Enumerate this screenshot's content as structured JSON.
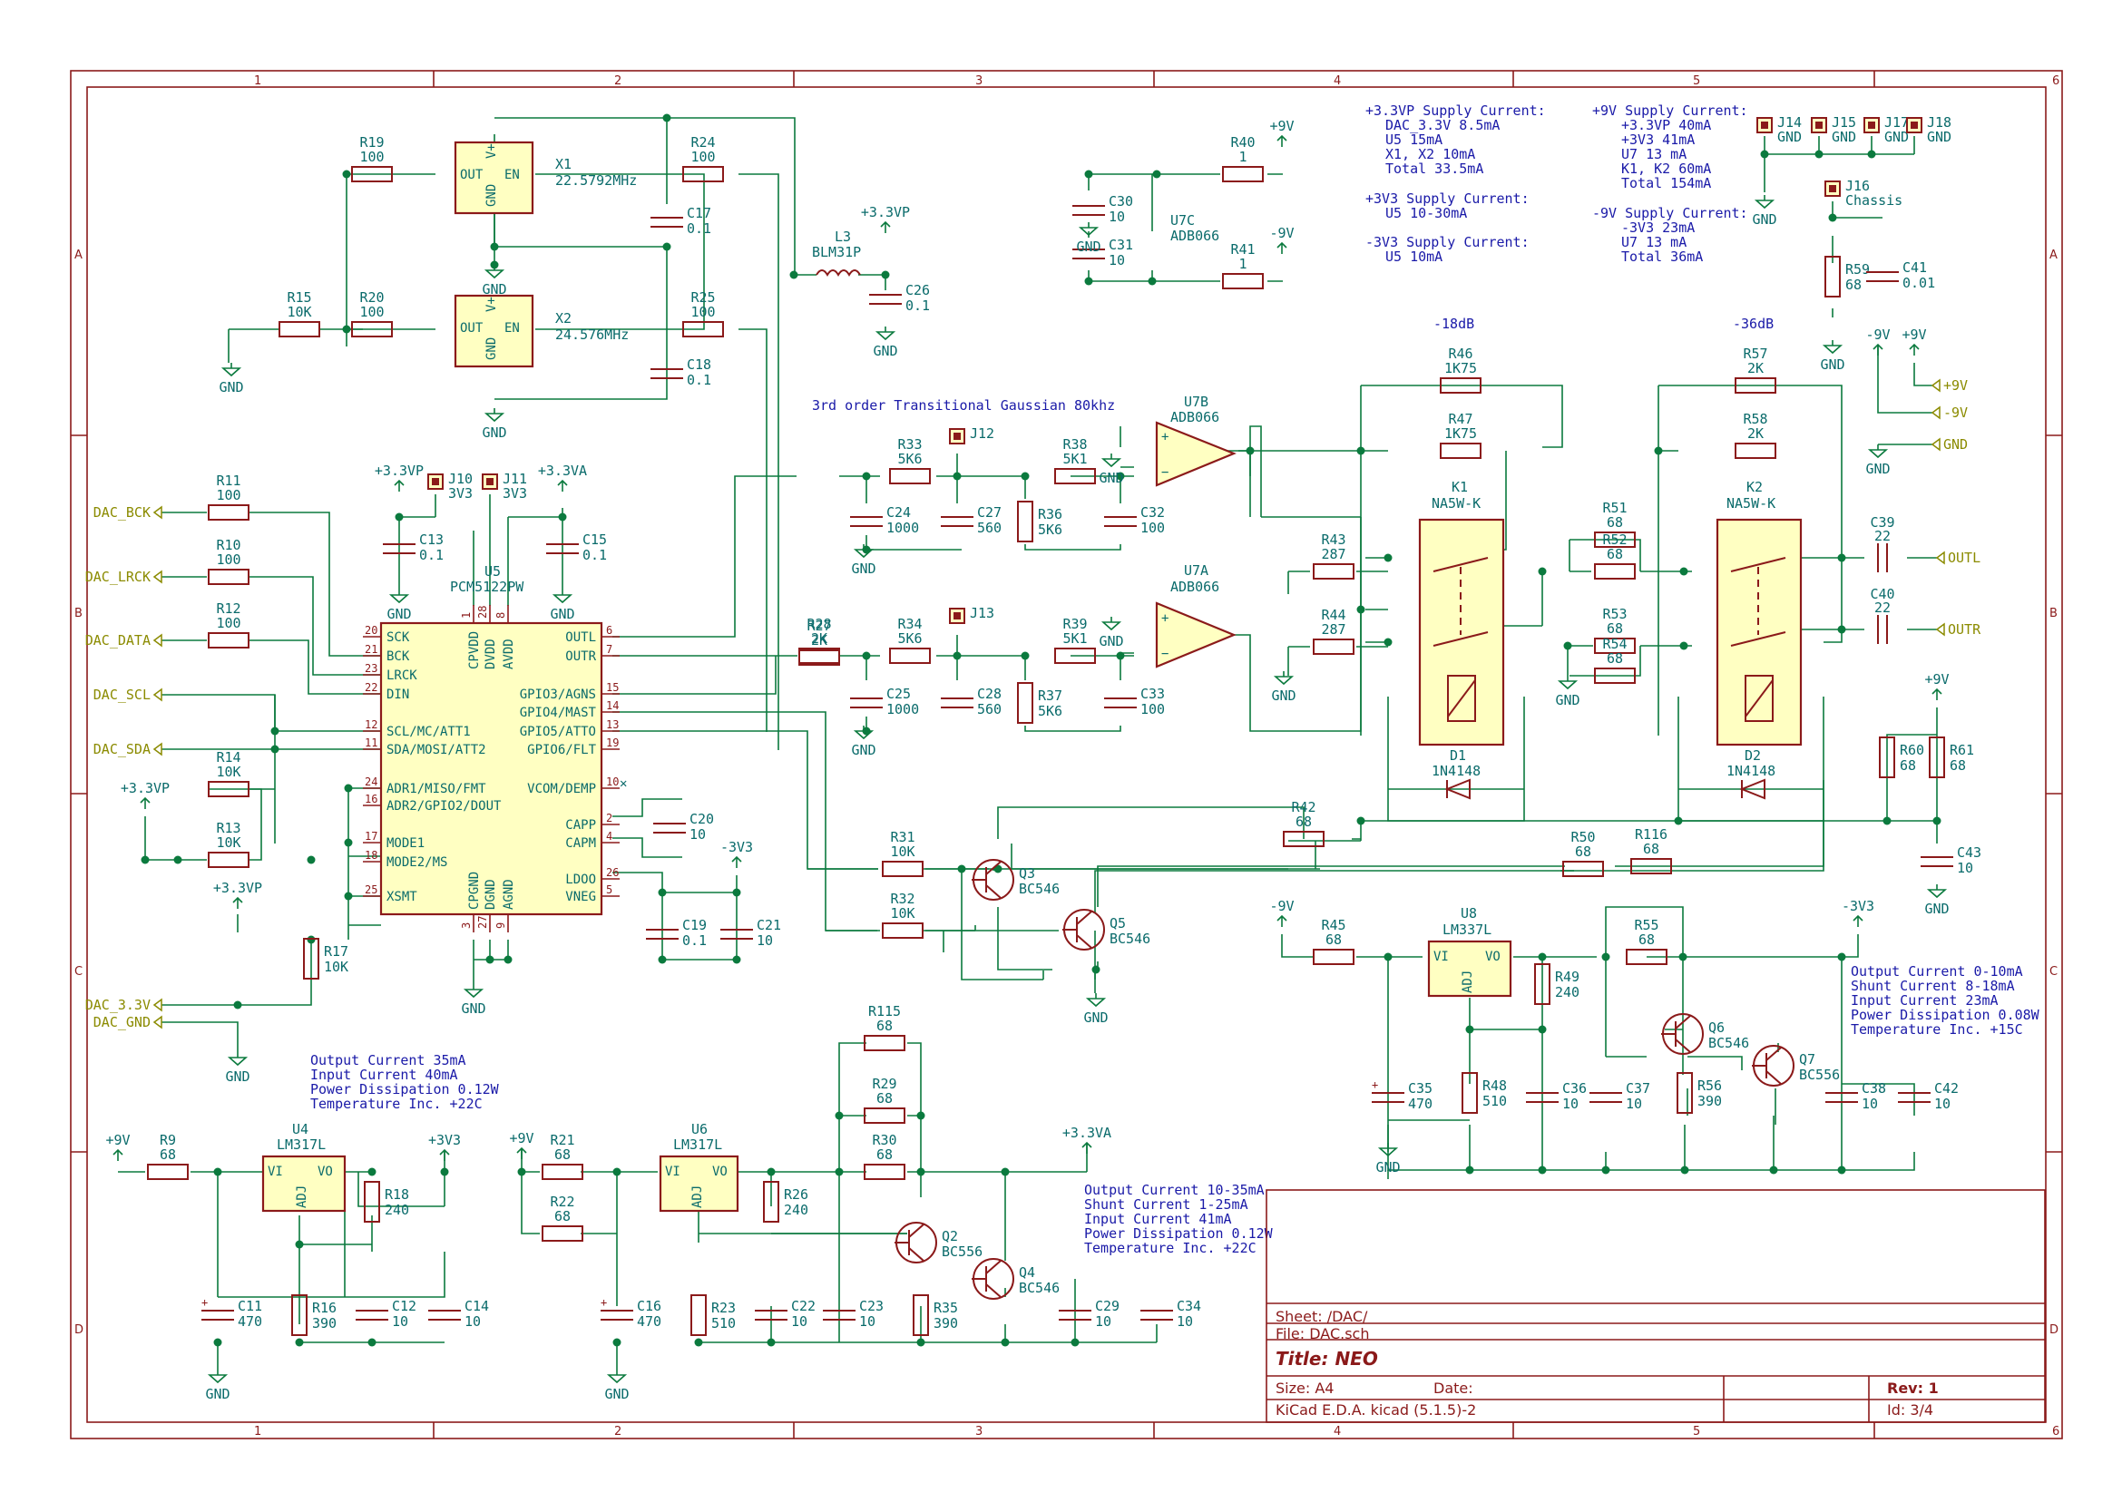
{
  "sheet": {
    "sheet": "Sheet: /DAC/",
    "file": "File: DAC.sch",
    "title": "Title: NEO",
    "size": "Size: A4",
    "date": "Date:",
    "rev": "Rev: 1",
    "tool": "KiCad E.D.A.  kicad (5.1.5)-2",
    "id": "Id: 3/4"
  },
  "grid_cols": [
    "1",
    "2",
    "3",
    "4",
    "5",
    "6"
  ],
  "grid_rows": [
    "A",
    "B",
    "C",
    "D"
  ],
  "notes": {
    "supply33vp": [
      "+3.3VP Supply Current:",
      "DAC_3.3V 8.5mA",
      "U5 15mA",
      "X1, X2 10mA",
      "Total 33.5mA"
    ],
    "supply3v3": [
      "+3V3 Supply Current:",
      "U5 10-30mA"
    ],
    "supplym3v3": [
      "-3V3 Supply Current:",
      "U5 10mA"
    ],
    "supply9v": [
      "+9V Supply Current:",
      "+3.3VP 40mA",
      "+3V3 41mA",
      "U7 13 mA",
      "K1, K2 60mA",
      "Total 154mA"
    ],
    "supplym9v": [
      "-9V Supply Current:",
      "-3V3 23mA",
      "U7 13 mA",
      "Total 36mA"
    ],
    "filter": "3rd order Transitional Gaussian 80khz",
    "att18": "-18dB",
    "att36": "-36dB",
    "u4note": [
      "Output Current 35mA",
      "Input Current 40mA",
      "Power Dissipation 0.12W",
      "Temperature Inc. +22C"
    ],
    "u6note": [
      "Output Current 10-35mA",
      "Shunt Current 1-25mA",
      "Input Current 41mA",
      "Power Dissipation 0.12W",
      "Temperature Inc. +22C"
    ],
    "u8note": [
      "Output Current 0-10mA",
      "Shunt Current 8-18mA",
      "Input Current 23mA",
      "Power Dissipation 0.08W",
      "Temperature Inc. +15C"
    ]
  },
  "labels": {
    "bck": "DAC_BCK",
    "lrck": "DAC_LRCK",
    "data": "DAC_DATA",
    "scl": "DAC_SCL",
    "sda": "DAC_SDA",
    "d33": "DAC_3.3V",
    "dgnd": "DAC_GND",
    "outl": "OUTL",
    "outr": "OUTR",
    "p9": "+9V",
    "m9": "-9V",
    "gnd": "GND"
  },
  "u5": {
    "ref": "U5",
    "val": "PCM5122PW",
    "left": [
      [
        "20",
        "SCK"
      ],
      [
        "21",
        "BCK"
      ],
      [
        "23",
        "LRCK"
      ],
      [
        "22",
        "DIN"
      ],
      [
        "12",
        "SCL/MC/ATT1"
      ],
      [
        "11",
        "SDA/MOSI/ATT2"
      ],
      [
        "24",
        "ADR1/MISO/FMT"
      ],
      [
        "16",
        "ADR2/GPIO2/DOUT"
      ],
      [
        "17",
        "MODE1"
      ],
      [
        "18",
        "MODE2/MS"
      ],
      [
        "25",
        "XSMT"
      ]
    ],
    "right": [
      [
        "6",
        "OUTL"
      ],
      [
        "7",
        "OUTR"
      ],
      [
        "15",
        "GPIO3/AGNS"
      ],
      [
        "14",
        "GPIO4/MAST"
      ],
      [
        "13",
        "GPIO5/ATTO"
      ],
      [
        "19",
        "GPIO6/FLT"
      ],
      [
        "10",
        "VCOM/DEMP"
      ],
      [
        "2",
        "CAPP"
      ],
      [
        "4",
        "CAPM"
      ],
      [
        "26",
        "LDOO"
      ],
      [
        "5",
        "VNEG"
      ]
    ],
    "top": [
      [
        "CPVDD",
        "1"
      ],
      [
        "DVDD",
        "28"
      ],
      [
        "AVDD",
        "8"
      ]
    ],
    "bottom": [
      [
        "CPGND",
        "3"
      ],
      [
        "DGND",
        "27"
      ],
      [
        "AGND",
        "9"
      ]
    ]
  },
  "x1": {
    "ref": "X1",
    "val": "22.5792MHz"
  },
  "x2": {
    "ref": "X2",
    "val": "24.576MHz"
  },
  "osc_pins": {
    "out": "OUT",
    "en": "EN",
    "vp": "V+",
    "gnd": "GND"
  },
  "u7b": {
    "ref": "U7B",
    "val": "ADB066"
  },
  "u7a": {
    "ref": "U7A",
    "val": "ADB066"
  },
  "u7c": {
    "ref": "U7C",
    "val": "ADB066"
  },
  "k1": {
    "ref": "K1",
    "val": "NA5W-K"
  },
  "k2": {
    "ref": "K2",
    "val": "NA5W-K"
  },
  "d1": {
    "ref": "D1",
    "val": "1N4148"
  },
  "d2": {
    "ref": "D2",
    "val": "1N4148"
  },
  "u4": {
    "ref": "U4",
    "val": "LM317L"
  },
  "u6": {
    "ref": "U6",
    "val": "LM317L"
  },
  "u8": {
    "ref": "U8",
    "val": "LM337L"
  },
  "reg_pins": {
    "vi": "VI",
    "vo": "VO",
    "adj": "ADJ"
  },
  "parts": {
    "R19": "100",
    "R24": "100",
    "R15": "10K",
    "R20": "100",
    "R25": "100",
    "R11": "100",
    "R10": "100",
    "R12": "100",
    "R14": "10K",
    "R13": "10K",
    "R17": "10K",
    "C17": "0.1",
    "C18": "0.1",
    "C26": "0.1",
    "L3": "BLM31P",
    "C13": "0.1",
    "C15": "0.1",
    "C20": "10",
    "C19": "0.1",
    "C21": "10",
    "R27": "2K",
    "R33": "5K6",
    "R38": "5K1",
    "C24": "1000",
    "C27": "560",
    "R36": "5K6",
    "C32": "100",
    "R28": "2K",
    "R34": "5K6",
    "R39": "5K1",
    "C25": "1000",
    "C28": "560",
    "R37": "5K6",
    "C33": "100",
    "R40": "1",
    "R41": "1",
    "C30": "10",
    "C31": "10",
    "R46": "1K75",
    "R47": "1K75",
    "R43": "287",
    "R44": "287",
    "R57": "2K",
    "R58": "2K",
    "R51": "68",
    "R52": "68",
    "R53": "68",
    "R54": "68",
    "C39": "22",
    "C40": "22",
    "R59": "68",
    "C41": "0.01",
    "R60": "68",
    "R61": "68",
    "C43": "10",
    "R42": "68",
    "R31": "10K",
    "R32": "10K",
    "Q3": "BC546",
    "Q5": "BC546",
    "R116": "68",
    "R50": "68",
    "R45": "68",
    "R49": "240",
    "R55": "68",
    "Q6": "BC546",
    "Q7": "BC556",
    "C35": "470",
    "R48": "510",
    "C36": "10",
    "C37": "10",
    "R56": "390",
    "C38": "10",
    "C42": "10",
    "R9": "68",
    "R18": "240",
    "C11": "470",
    "R16": "390",
    "C12": "10",
    "C14": "10",
    "R21": "68",
    "R22": "68",
    "R26": "240",
    "C16": "470",
    "R23": "510",
    "C22": "10",
    "C23": "10",
    "R115": "68",
    "R29": "68",
    "R30": "68",
    "Q2": "BC556",
    "Q4": "BC546",
    "R35": "390",
    "C29": "10",
    "C34": "10"
  },
  "jumpers": {
    "J10": "3V3",
    "J11": "3V3",
    "J12": "",
    "J13": "",
    "J14": "GND",
    "J15": "GND",
    "J16": "Chassis",
    "J17": "GND",
    "J18": "GND"
  },
  "power": {
    "p33vp": "+3.3VP",
    "p33va": "+3.3VA",
    "m3v3": "-3V3",
    "p3v3": "+3V3",
    "p9v": "+9V",
    "m9v": "-9V",
    "gnd": "GND"
  }
}
